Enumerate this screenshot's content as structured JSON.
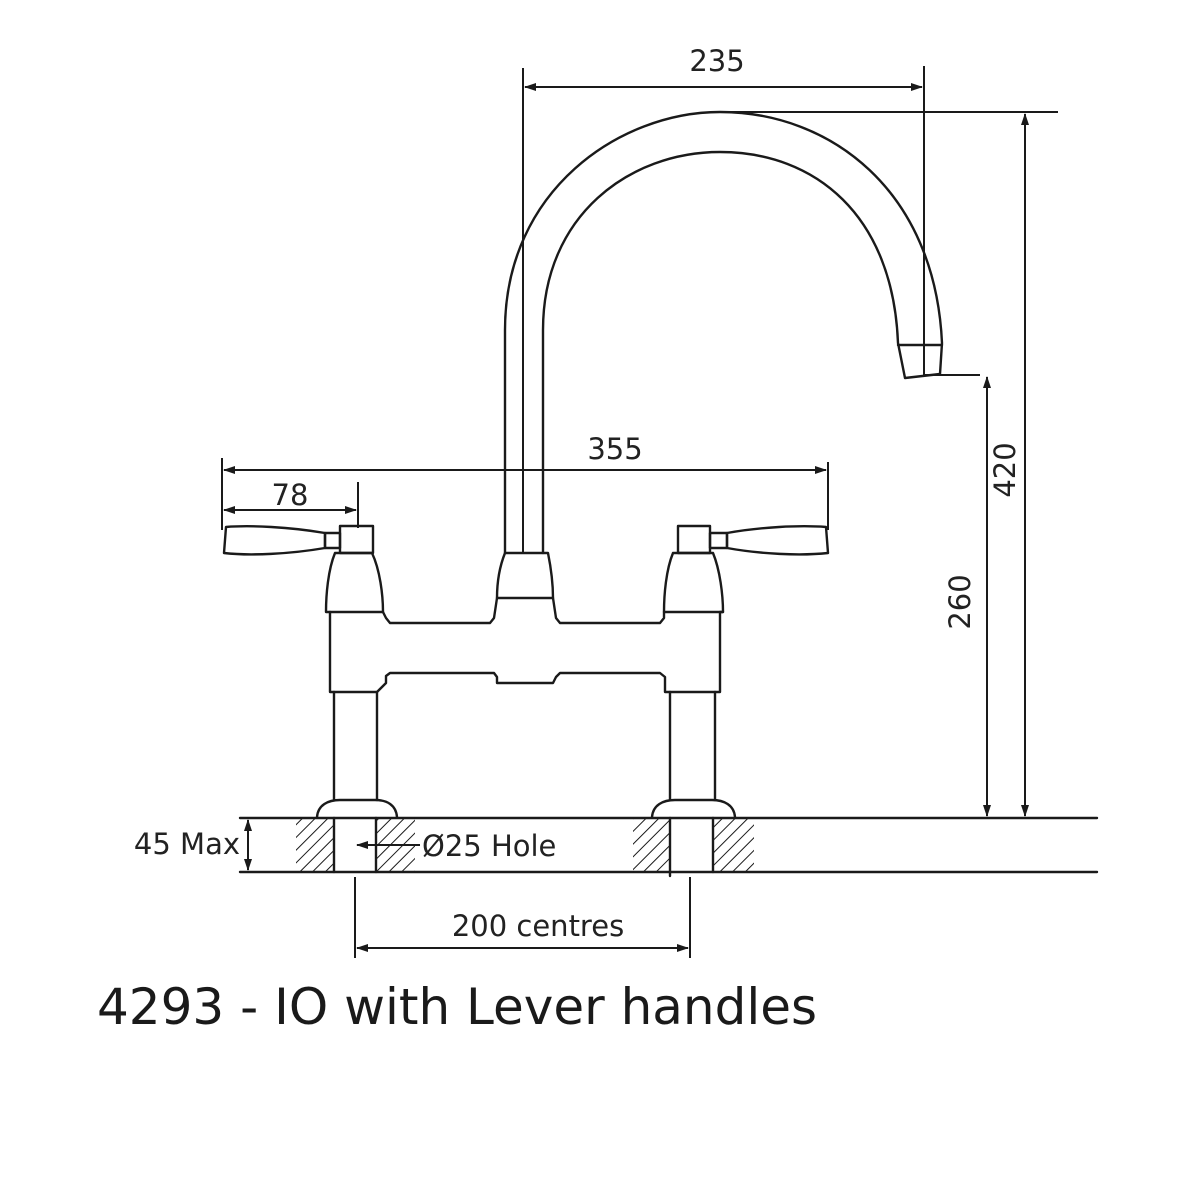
{
  "diagram": {
    "title": "4293 - IO with Lever handles",
    "dimensions": {
      "spout_reach": "235",
      "overall_width": "355",
      "handle_length": "78",
      "overall_height": "420",
      "spout_outlet_height": "260",
      "deck_thickness": "45 Max",
      "hole": "Ø25 Hole",
      "centres": "200 centres"
    },
    "colors": {
      "line": "#1a1a1a",
      "background": "#ffffff"
    }
  }
}
